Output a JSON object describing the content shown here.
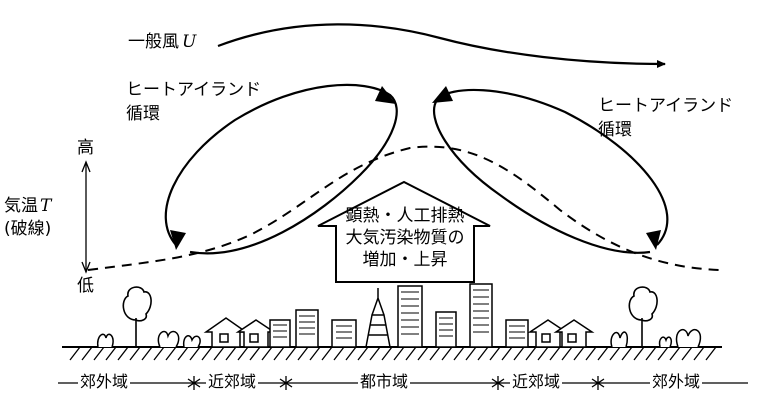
{
  "wind": {
    "label": "一般風",
    "symbol": "U"
  },
  "circulation": {
    "line1": "ヒートアイランド",
    "line2": "循環"
  },
  "temperature": {
    "high": "高",
    "low": "低",
    "label": "気温",
    "symbol": "T",
    "note": "(破線)"
  },
  "center_box": {
    "line1": "顕熱・人工排熱",
    "line2": "大気汚染物質の",
    "line3": "増加・上昇"
  },
  "zones": [
    "郊外域",
    "近郊域",
    "都市域",
    "近郊域",
    "郊外域"
  ]
}
